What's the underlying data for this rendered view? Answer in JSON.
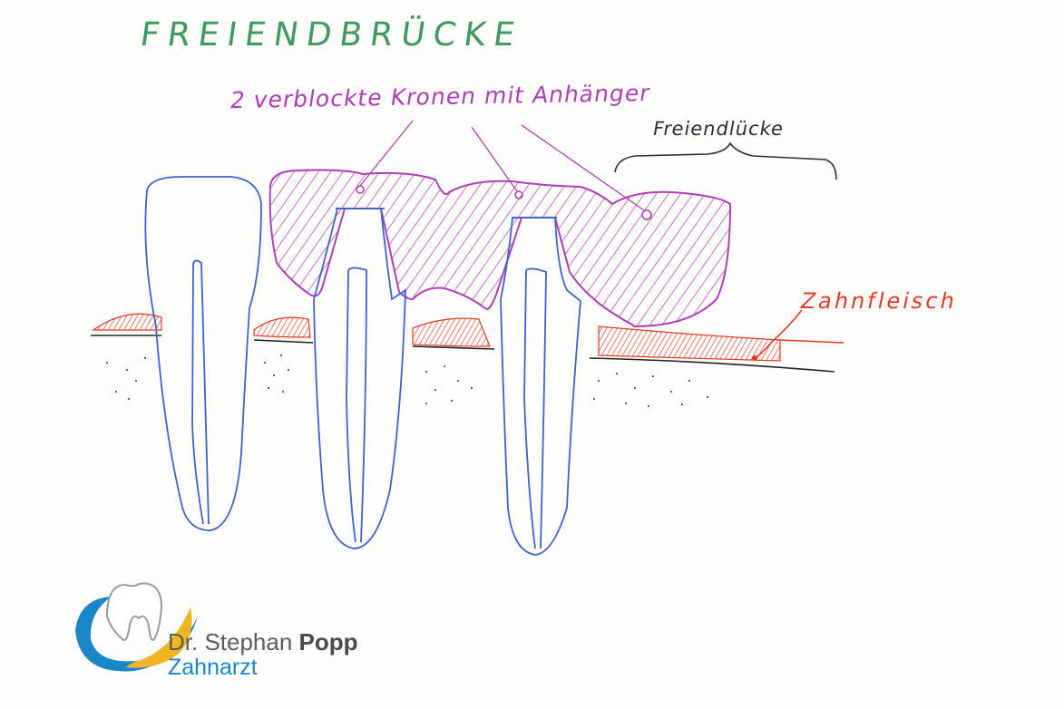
{
  "title": "FREIENDBRÜCKE",
  "labels": {
    "crowns": "2 verblockte Kronen mit Anhänger",
    "gap": "Freiendlücke",
    "gum": "Zahnfleisch"
  },
  "logo": {
    "name_first": "Dr. Stephan",
    "name_last": "Popp",
    "subtitle": "Zahnarzt",
    "icon": "tooth-swoosh-logo"
  },
  "colors": {
    "title": "#3c9a5c",
    "crown": "#b03fb6",
    "tooth_outline": "#3d63c9",
    "gum": "#e63a25",
    "annotation": "#2e2e38",
    "logo_blue": "#1a86c8",
    "logo_gold": "#f0b51f"
  }
}
